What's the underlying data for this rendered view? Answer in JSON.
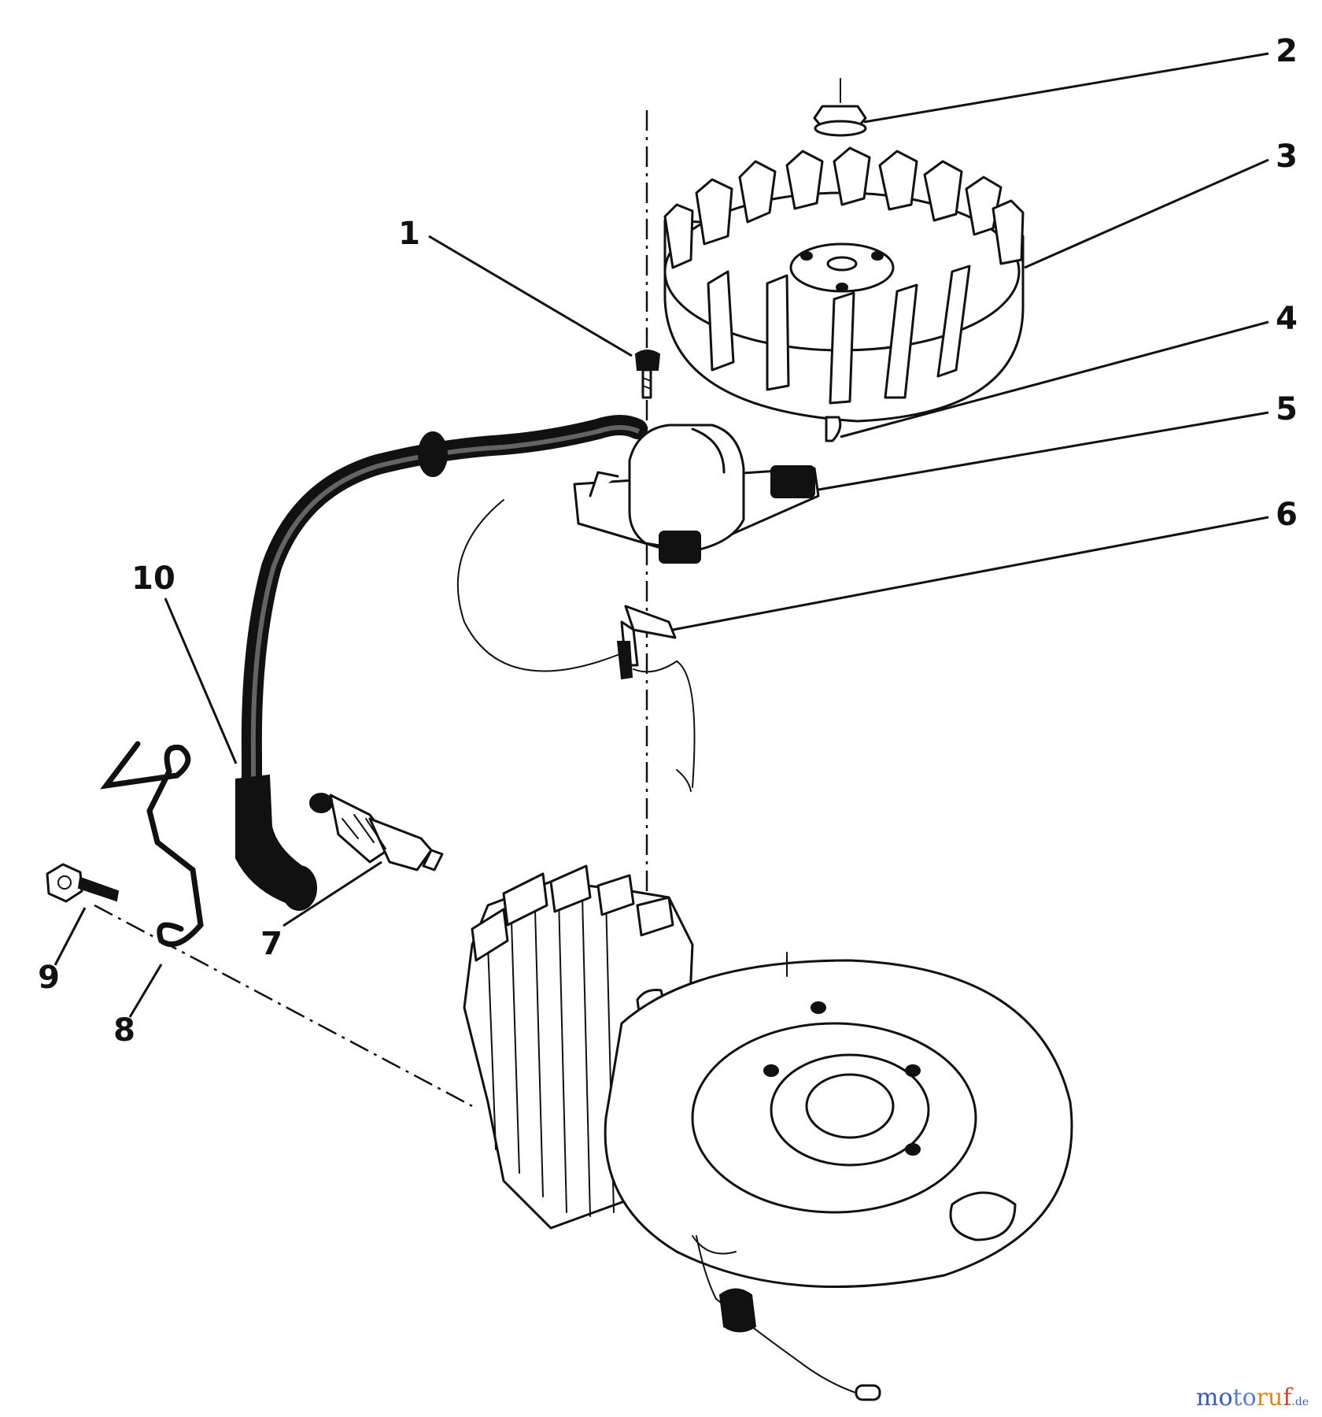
{
  "callouts": [
    "1",
    "2",
    "3",
    "4",
    "5",
    "6",
    "7",
    "8",
    "9",
    "10"
  ],
  "watermark": {
    "segments": [
      {
        "text": "mo",
        "color": "#3b5ba8"
      },
      {
        "text": "to",
        "color": "#5a7fc4"
      },
      {
        "text": "ru",
        "color": "#d9891f"
      },
      {
        "text": "f",
        "color": "#c84a2c"
      }
    ],
    "suffix": ".de"
  },
  "colors": {
    "line_art": "#111111",
    "background": "#ffffff"
  }
}
